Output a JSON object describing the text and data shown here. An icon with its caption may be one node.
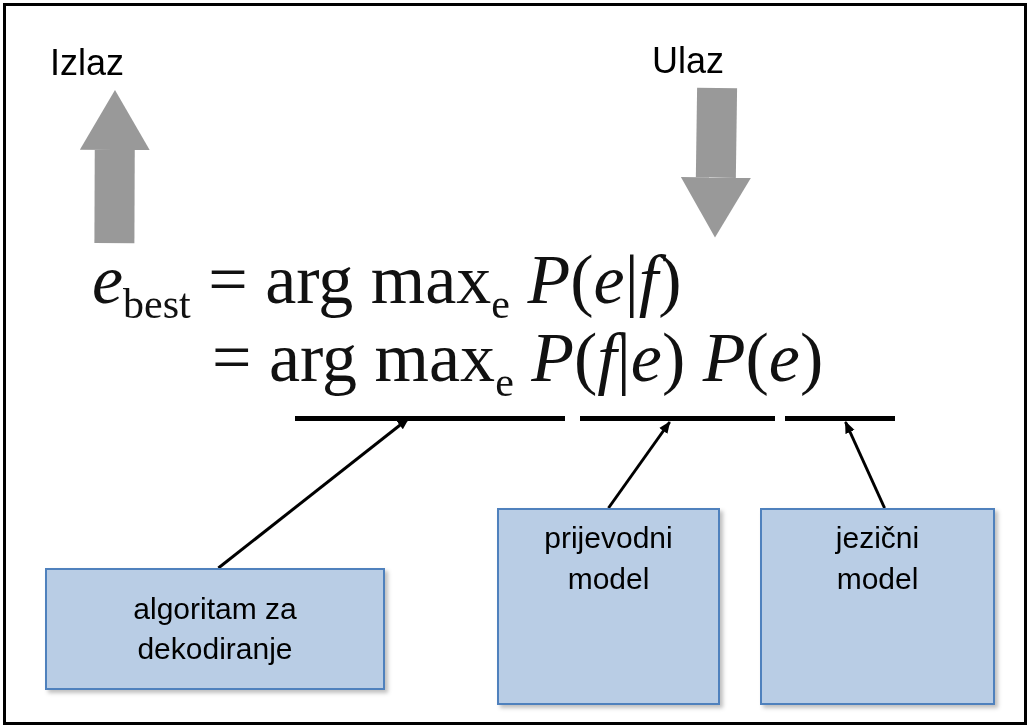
{
  "diagram": {
    "nodes": [
      {
        "text": [
          "Izlaz"
        ]
      },
      {
        "text": [
          "Ulaz"
        ]
      },
      {
        "text": [
          "*e*$_{best}$ = arg max$_{e}$ *P*(*e*|*f*)"
        ]
      },
      {
        "text": [
          "= arg max$_{e}$ *P*(*f*|*e*) *P*(*e*)"
        ]
      },
      {
        "text": [],
        "shape": "bar"
      },
      {
        "text": [],
        "shape": "bar"
      },
      {
        "text": [],
        "shape": "bar"
      },
      {
        "text": [
          "algoritam za dekodiranje"
        ]
      },
      {
        "text": [
          "prijevodni model"
        ]
      },
      {
        "text": [
          "jezični model"
        ]
      }
    ],
    "edges": [
      {
        "from": 2,
        "to": 0,
        "arrow": "to",
        "style": "thick",
        "color": "#999999"
      },
      {
        "from": 1,
        "to": 2,
        "arrow": "to",
        "style": "thick",
        "color": "#999999"
      },
      {
        "from": 7,
        "to": 4,
        "arrow": "to"
      },
      {
        "from": 8,
        "to": 5,
        "arrow": "to"
      },
      {
        "from": 9,
        "to": 6,
        "arrow": "to"
      }
    ]
  }
}
